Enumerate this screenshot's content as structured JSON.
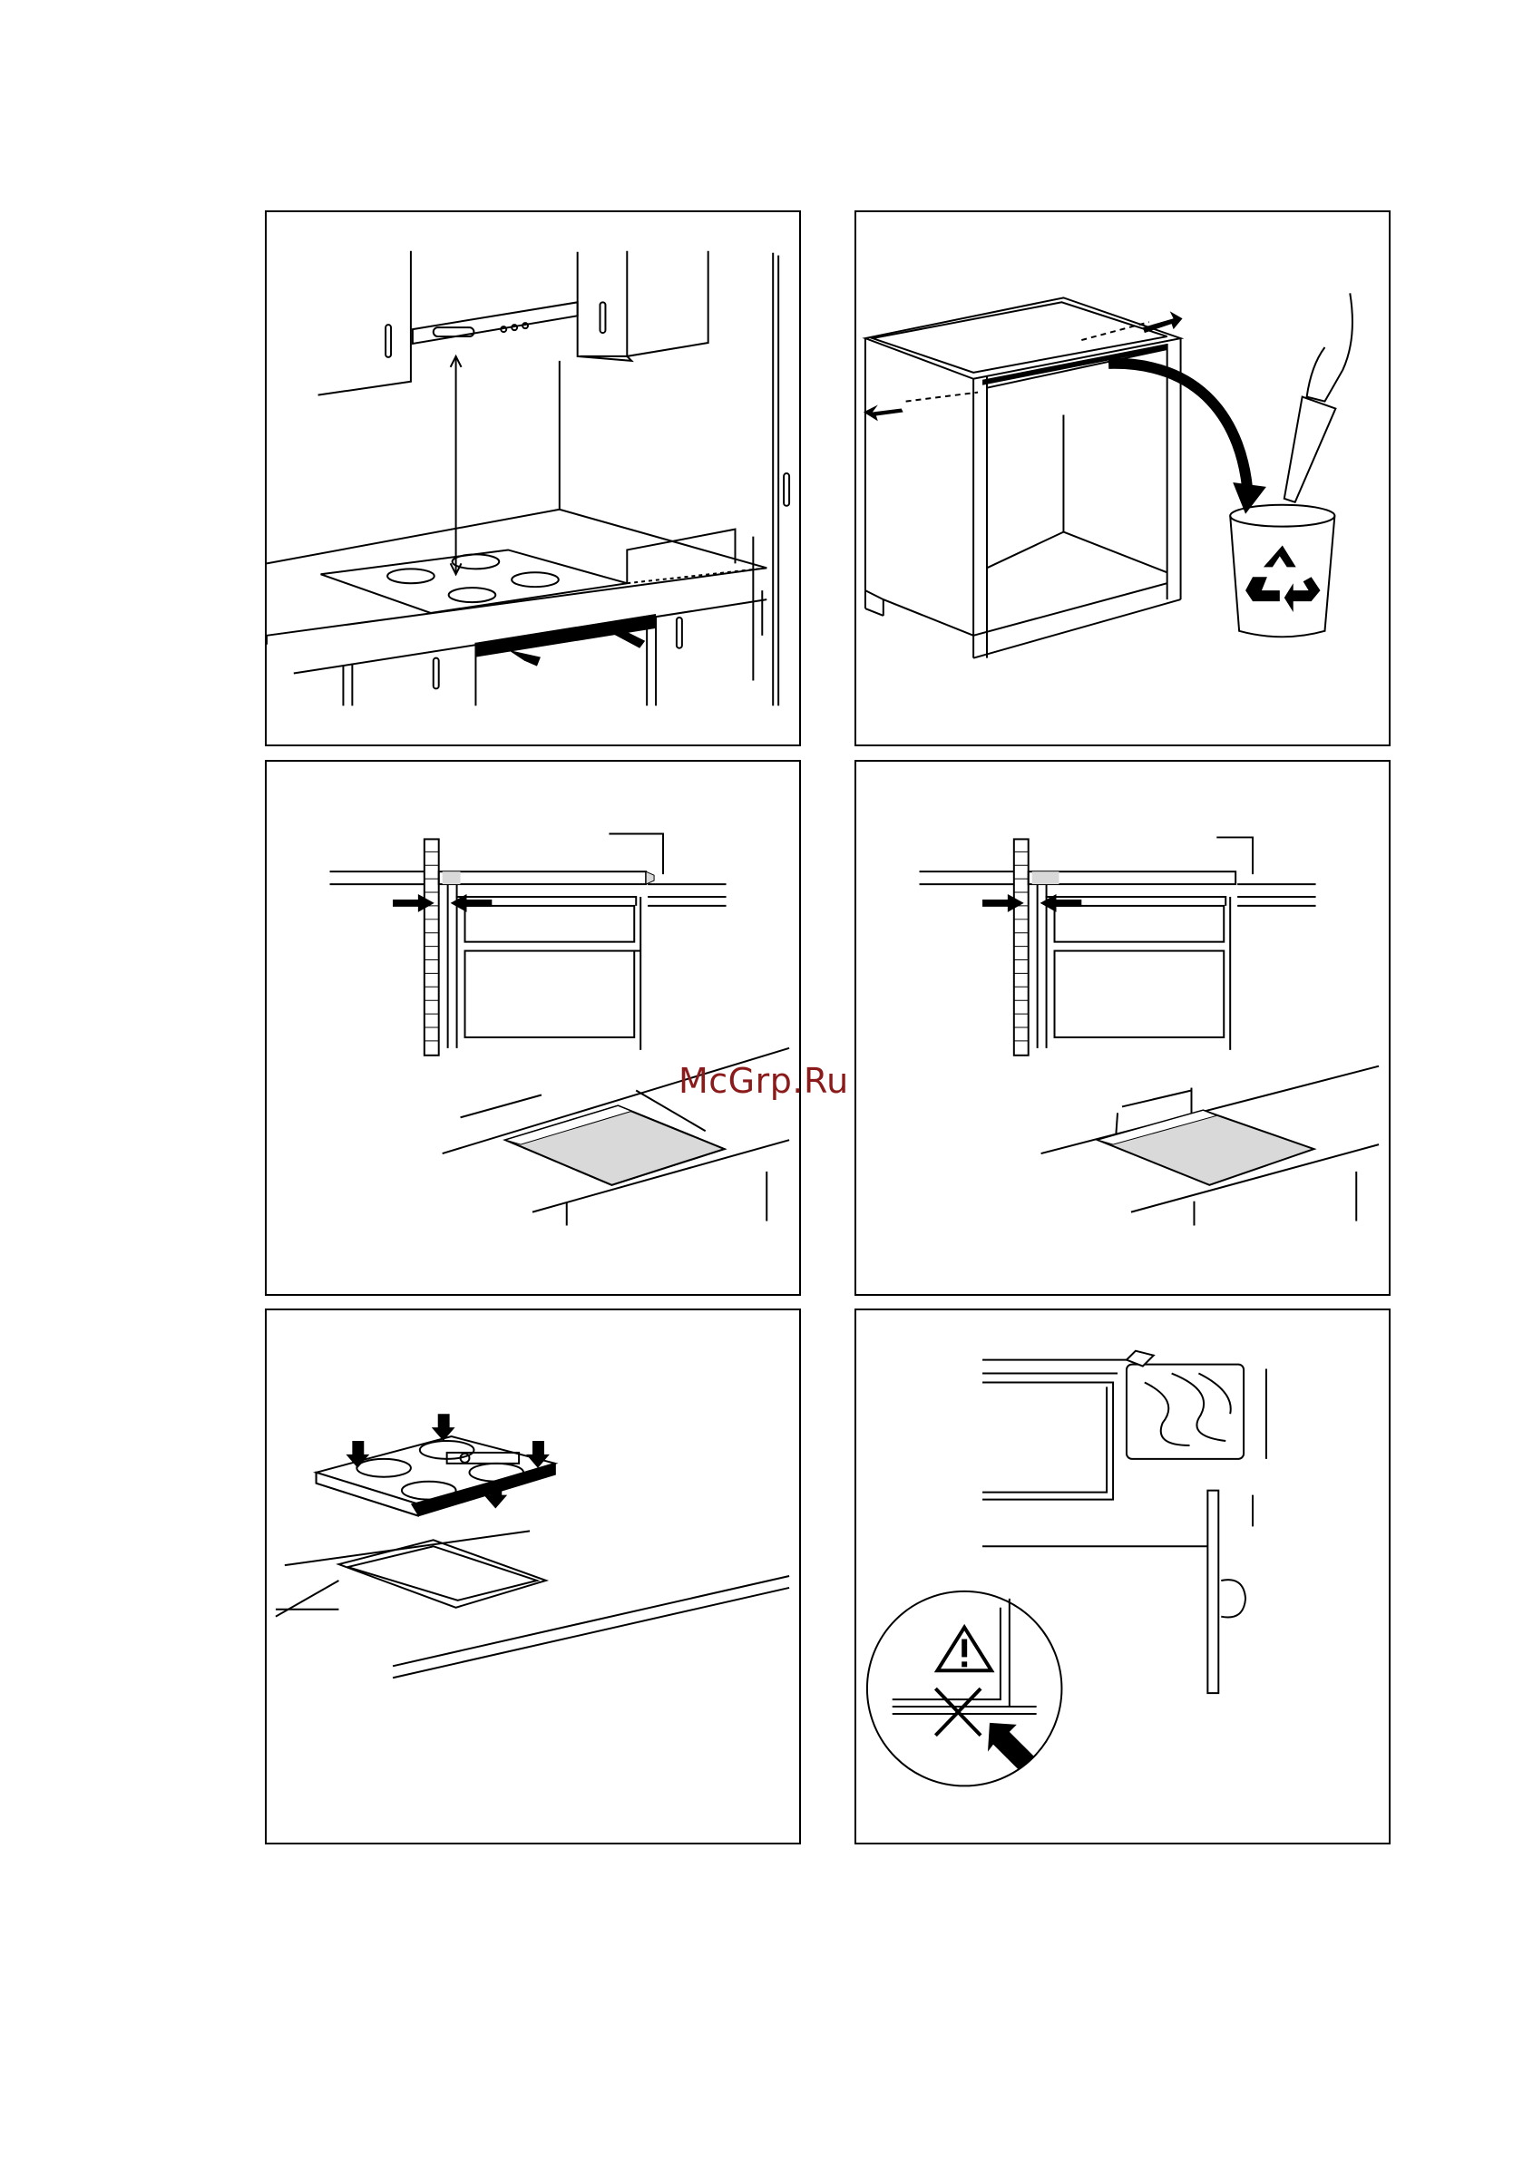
{
  "watermark": "McGrp.Ru",
  "colors": {
    "line": "#000000",
    "fill_grey": "#d9d9d9",
    "watermark": "#8b1a1a"
  },
  "figures": [
    {
      "id": "fig1"
    },
    {
      "id": "fig2"
    },
    {
      "id": "fig3"
    },
    {
      "id": "fig4"
    },
    {
      "id": "fig5"
    },
    {
      "id": "fig6"
    }
  ]
}
